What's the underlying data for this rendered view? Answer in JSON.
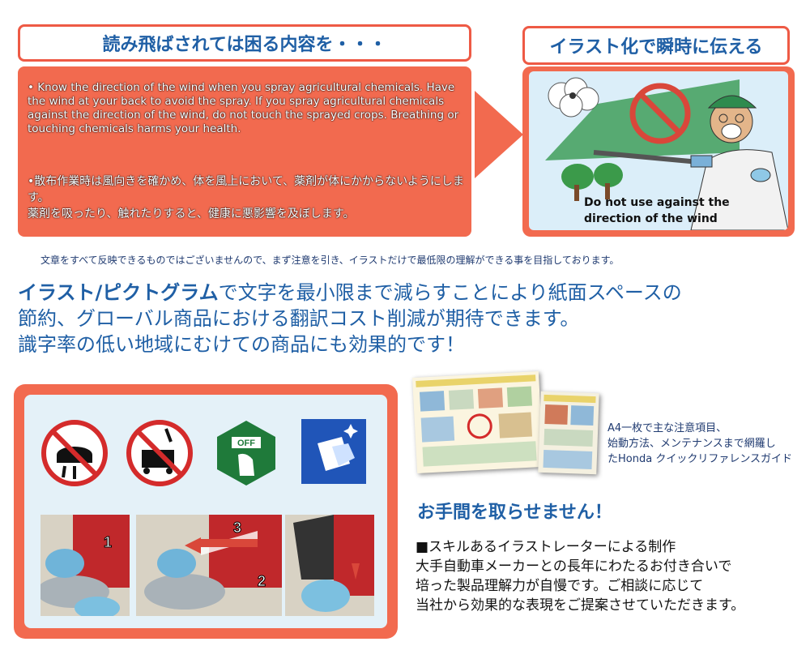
{
  "top": {
    "left_header": "読み飛ばされては困る内容を・・・",
    "english_text": "• Know the direction of the wind when you spray agricultural chemicals. Have the wind at your back to avoid the spray. If you spray agricultural chemicals against the direction of the wind, do not touch the sprayed crops. Breathing or touching chemicals harms your health.",
    "japanese_line1": "•散布作業時は風向きを確かめ、体を風上において、薬剤が体にかからないようにします。",
    "japanese_line2": "薬剤を吸ったり、触れたりすると、健康に悪影響を及ぼします。",
    "right_header": "イラスト化で瞬時に伝える",
    "illus_caption_line1": "Do not use against the",
    "illus_caption_line2": "direction of the wind"
  },
  "note": "文章をすべて反映できるものではございませんので、まず注意を引き、イラストだけで最低限の理解ができる事を目指しております。",
  "lead": {
    "emphasis": "イラスト/ピクトグラム",
    "line1_rest": "で文字を最小限まで減らすことにより紙面スペースの",
    "line2": "節約、グローバル商品における翻訳コスト削減が期待できます。",
    "line3": "識字率の低い地域にむけての商品にも効果的です！"
  },
  "steps": {
    "s1": "1",
    "s2": "2",
    "s3": "3",
    "off_label": "OFF"
  },
  "leaflet": {
    "caption_line1": "A4一枚で主な注意項目、",
    "caption_line2": "始動方法、メンテナンスまで網羅し",
    "caption_line3": "たHonda クイックリファレンスガイド"
  },
  "no_trouble": "お手間を取らせません！",
  "body": {
    "line1": "■スキルあるイラストレーターによる制作",
    "line2": "大手自動車メーカーとの長年にわたるお付き合いで",
    "line3": "培った製品理解力が自慢です。ご相談に応じて",
    "line4": "当社から効果的な表現をご提案させていただきます。"
  },
  "colors": {
    "accent_red": "#f26a4f",
    "heading_blue": "#1f5fa5",
    "pictogram_green": "#1f7a3a",
    "pictogram_blue": "#2055b8"
  }
}
